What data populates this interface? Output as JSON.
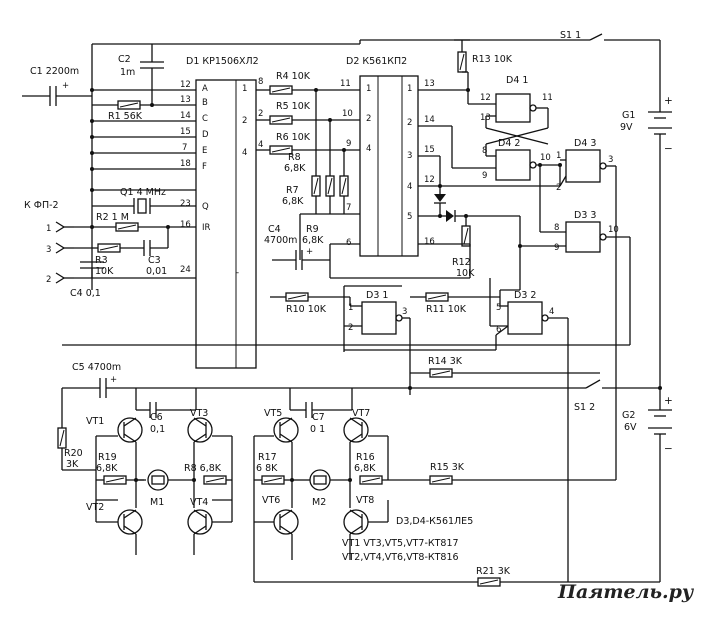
{
  "watermark": "Паятель.ру",
  "chips": {
    "d1": {
      "label": "D1 КР1506ХЛ2",
      "pins": [
        "12",
        "13",
        "14",
        "15",
        "7",
        "18",
        "23",
        "16",
        "24",
        "8",
        "2",
        "4"
      ],
      "inputs": [
        "A",
        "B",
        "C",
        "D",
        "E",
        "F",
        "Q",
        "IR"
      ],
      "outputs": [
        "1",
        "2",
        "4"
      ],
      "osc": "4 MHz"
    },
    "d2": {
      "label": "D2 К561КП2",
      "pins_left": [
        "11",
        "10",
        "9",
        "7",
        "6"
      ],
      "pins_left_lower": [
        "7",
        "6"
      ],
      "inputs": [
        "1",
        "2",
        "4"
      ],
      "outputs": [
        "1",
        "2",
        "3",
        "4",
        "5"
      ],
      "pins_right": [
        "13",
        "14",
        "15",
        "12",
        "16"
      ]
    },
    "d41": {
      "label": "D4 1",
      "p1": "12",
      "p2": "13",
      "out": "11"
    },
    "d42": {
      "label": "D4 2",
      "p1": "8",
      "p2": "9",
      "out": "10"
    },
    "d43": {
      "label": "D4 3",
      "p1": "1",
      "p2": "2",
      "out": "3"
    },
    "d33": {
      "label": "D3 3",
      "p1": "8",
      "p2": "9",
      "out": "10"
    },
    "d31": {
      "label": "D3 1",
      "p1": "1",
      "p2": "2",
      "out": "3"
    },
    "d32": {
      "label": "D3 2",
      "p1": "5",
      "p2": "6",
      "out": "4"
    }
  },
  "parts": {
    "c1": "C1 2200m",
    "c2": "C2",
    "c2v": "1m",
    "r1": "R1 56K",
    "q1": "Q1",
    "r2": "R2 1 M",
    "r3": "R3",
    "r3v": "10K",
    "c3": "C3",
    "c3v": "0,01",
    "c4a": "C4 0,1",
    "kfp": "К ФП-2",
    "conn": [
      "1",
      "3",
      "2"
    ],
    "r4": "R4 10K",
    "r5": "R5 10K",
    "r6": "R6 10K",
    "r8": "R8",
    "r8v": "6,8K",
    "r7": "R7",
    "r7v": "6,8K",
    "r9": "R9",
    "r9v": "6,8K",
    "c4b": "C4",
    "c4bv": "4700m",
    "r13": "R13 10K",
    "s11": "S1 1",
    "g1": "G1",
    "g1v": "9V",
    "r12": "R12",
    "r12v": "10K",
    "r10": "R10 10K",
    "r11": "R11 10K",
    "c5": "C5 4700m",
    "r14": "R14 3K",
    "s12": "S1 2",
    "g2": "G2",
    "g2v": "6V",
    "r20": "R20",
    "r20v": "3K",
    "vt1": "VT1",
    "vt2": "VT2",
    "vt3": "VT3",
    "vt4": "VT4",
    "c6": "C6",
    "c6v": "0,1",
    "r19": "R19",
    "r19v": "6,8K",
    "r8b": "R8 6,8K",
    "m1": "M1",
    "vt5": "VT5",
    "vt6": "VT6",
    "vt7": "VT7",
    "vt8": "VT8",
    "c7": "C7",
    "c7v": "0 1",
    "r17": "R17",
    "r17v": "6 8K",
    "r16": "R16",
    "r16v": "6,8K",
    "m2": "M2",
    "r15": "R15 3K",
    "r21": "R21 3K"
  },
  "notes": [
    "D3,D4-К561ЛЕ5",
    "VT1 VT3,VT5,VT7-КТ817",
    "VT2,VT4,VT6,VT8-КТ816"
  ]
}
